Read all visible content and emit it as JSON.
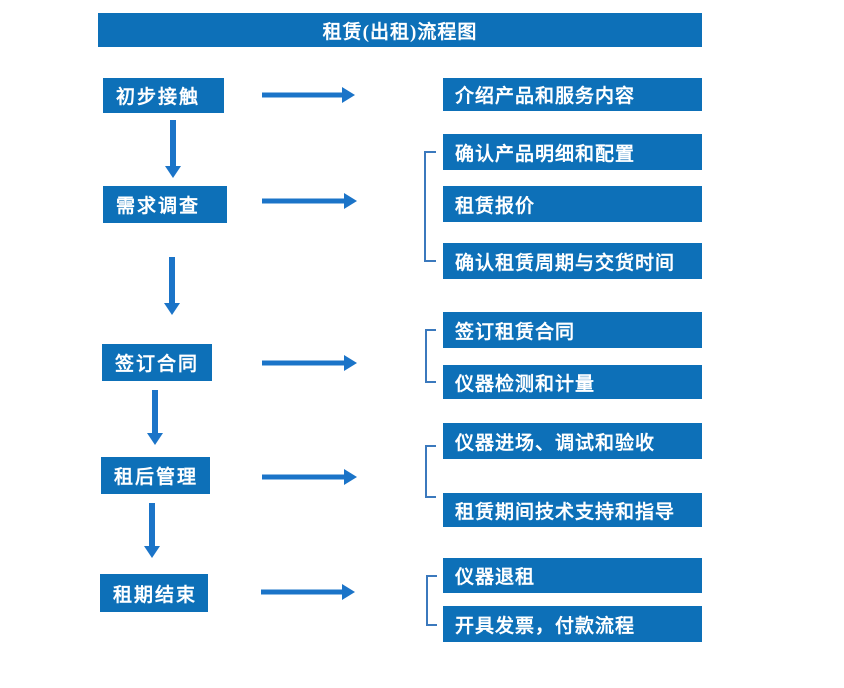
{
  "title": "租赁(出租)流程图",
  "colors": {
    "box_blue": "#0d70b8",
    "arrow_blue": "#1b74c8",
    "bracket_blue": "#3b79bd",
    "text": "#ffffff"
  },
  "steps": [
    {
      "label": "初步接触",
      "details": [
        "介绍产品和服务内容"
      ]
    },
    {
      "label": "需求调查",
      "details": [
        "确认产品明细和配置",
        "租赁报价",
        "确认租赁周期与交货时间"
      ]
    },
    {
      "label": "签订合同",
      "details": [
        "签订租赁合同",
        "仪器检测和计量"
      ]
    },
    {
      "label": "租后管理",
      "details": [
        "仪器进场、调试和验收",
        "租赁期间技术支持和指导"
      ]
    },
    {
      "label": "租期结束",
      "details": [
        "仪器退租",
        "开具发票，付款流程"
      ]
    }
  ]
}
